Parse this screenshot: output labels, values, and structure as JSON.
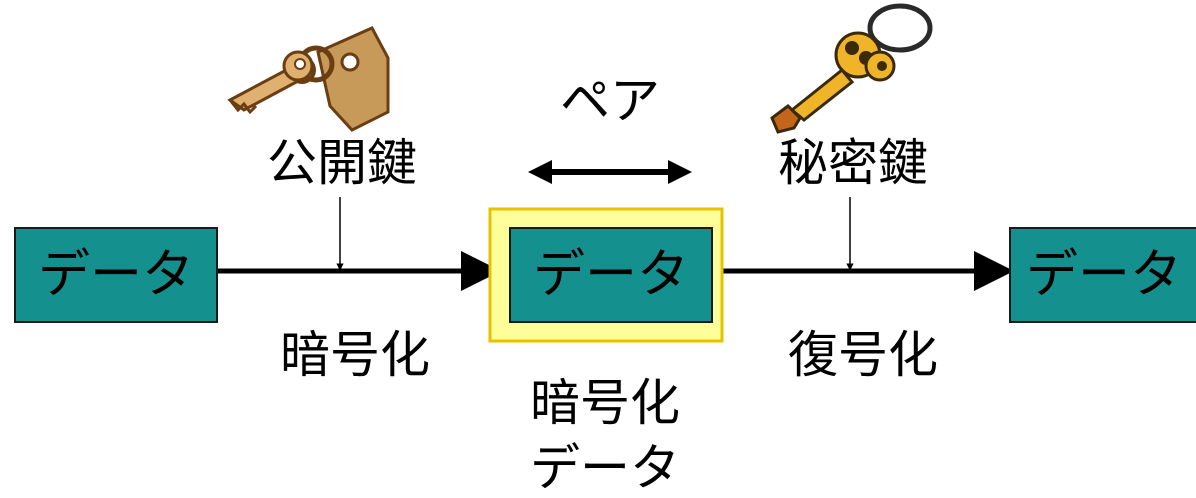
{
  "pair_label": "ペア",
  "public_key": {
    "label": "公開鍵"
  },
  "private_key": {
    "label": "秘密鍵"
  },
  "boxes": {
    "plain_left": "データ",
    "cipher": "データ",
    "plain_right": "データ"
  },
  "steps": {
    "encrypt": "暗号化",
    "decrypt": "復号化"
  },
  "cipher_caption": {
    "line1": "暗号化",
    "line2": "データ"
  },
  "colors": {
    "box_fill": "#14918e",
    "box_border": "#1a1a1a",
    "highlight_fill": "#ffff99",
    "highlight_border": "#e6c200",
    "key_gold": "#f0b428",
    "key_tan": "#c89a5a",
    "key_brown": "#6b3d12"
  }
}
